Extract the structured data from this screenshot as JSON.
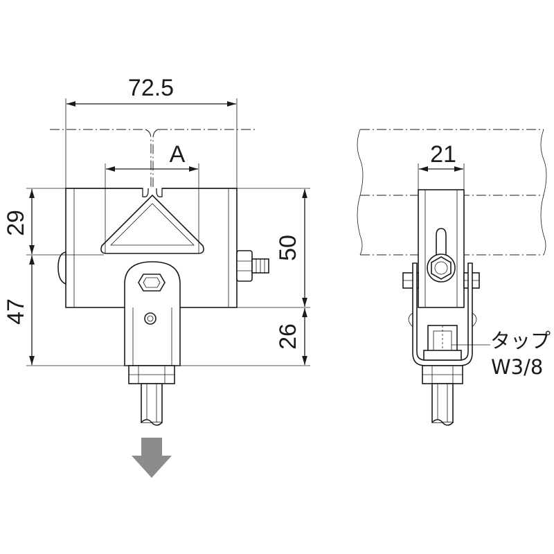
{
  "drawing": {
    "front_view": {
      "width_dim": "72.5",
      "opening_dim": "A",
      "upper_height_dim": "29",
      "lower_height_dim": "47",
      "total_height_dim": "50",
      "bottom_height_dim": "26"
    },
    "side_view": {
      "width_dim": "21",
      "tap_label": "タップ",
      "tap_size": "W3/8"
    },
    "load_arrow": {
      "color": "#8c8c8c"
    }
  }
}
